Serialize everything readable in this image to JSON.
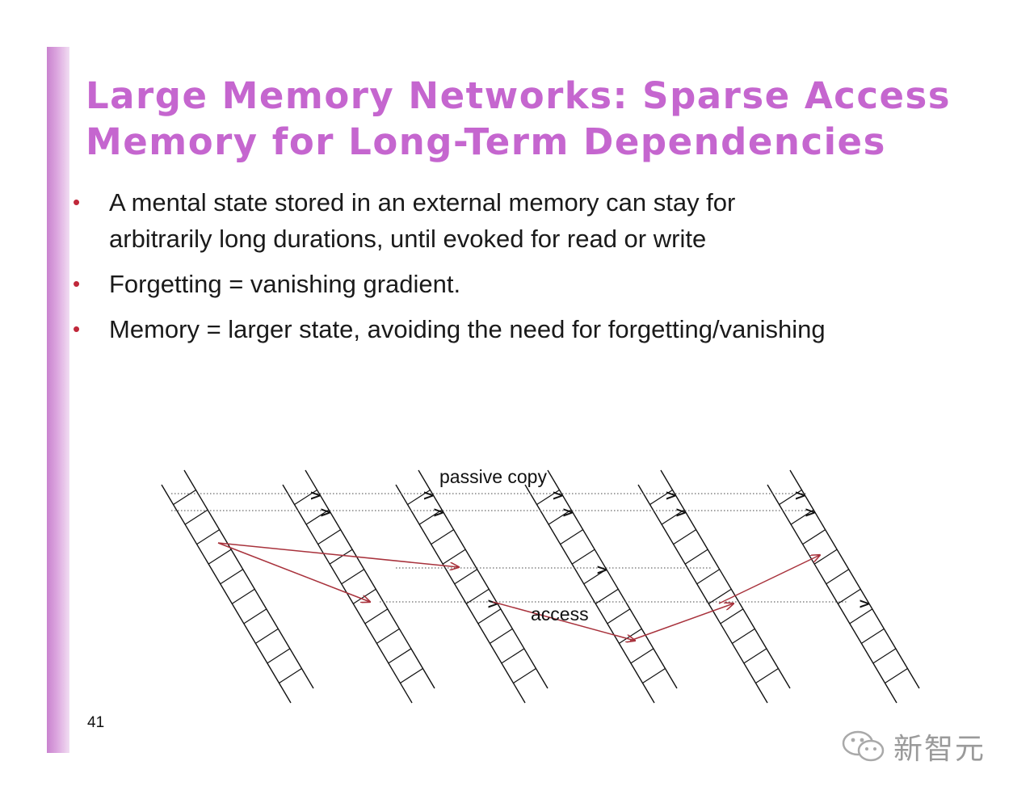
{
  "slide": {
    "title_lines": [
      "Large Memory Networks: Sparse Access",
      "Memory for Long-Term Dependencies"
    ],
    "bullets": [
      {
        "lines": [
          "A mental state stored in an external memory can stay for",
          "arbitrarily long durations, until evoked for read or write"
        ]
      },
      {
        "lines": [
          "Forgetting = vanishing gradient."
        ]
      },
      {
        "lines": [
          "Memory = larger state, avoiding the need for forgetting/vanishing"
        ]
      }
    ],
    "page_number": "41"
  },
  "diagram": {
    "passive_copy_label": "passive copy",
    "access_label": "access",
    "memory_columns": 6,
    "cells_per_column": 10,
    "colors": {
      "ink": "#111111",
      "access_arrow": "#a8323c"
    }
  },
  "watermark": {
    "icon": "wechat-icon",
    "text": "新智元"
  }
}
